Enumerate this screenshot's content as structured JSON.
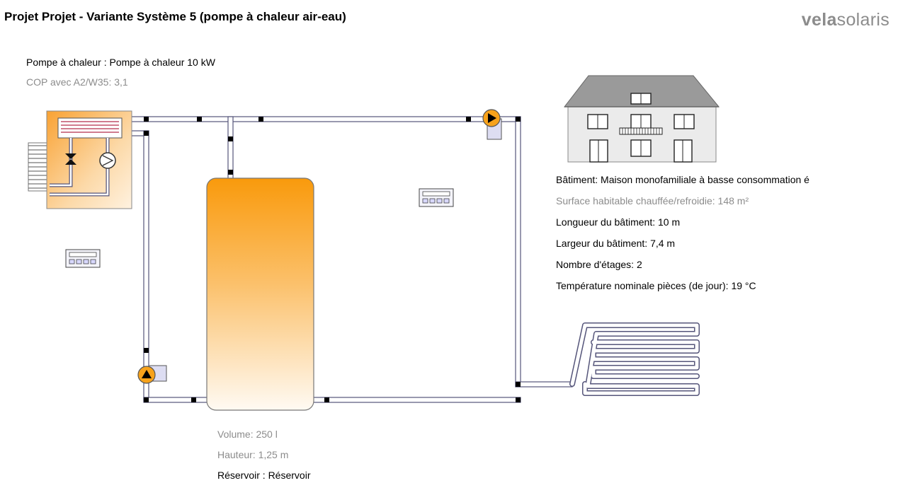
{
  "header": {
    "title": "Projet Projet - Variante Système 5 (pompe à chaleur air-eau)",
    "logo_bold": "vela",
    "logo_light": "solaris"
  },
  "heat_pump": {
    "name_line": "Pompe à chaleur : Pompe à chaleur 10 kW",
    "cop_line": "COP avec A2/W35: 3,1"
  },
  "building": {
    "type_line": "Bâtiment: Maison monofamiliale à basse consommation é",
    "area_line": "Surface habitable chauffée/refroidie: 148 m²",
    "length_line": "Longueur du bâtiment: 10 m",
    "width_line": "Largeur du bâtiment: 7,4 m",
    "floors_line": "Nombre d'étages: 2",
    "temp_line": "Température nominale pièces (de jour): 19 °C"
  },
  "tank": {
    "volume_line": "Volume: 250 l",
    "height_line": "Hauteur: 1,25 m",
    "name_line": "Réservoir : Réservoir"
  },
  "colors": {
    "tank_top": "#f99a0c",
    "tank_bottom": "#fffaf3",
    "pipe_fill": "#ffffff",
    "pipe_stroke": "#55557a",
    "roof": "#999999",
    "facade": "#e8e8e8",
    "pump": "#f7a21b"
  }
}
